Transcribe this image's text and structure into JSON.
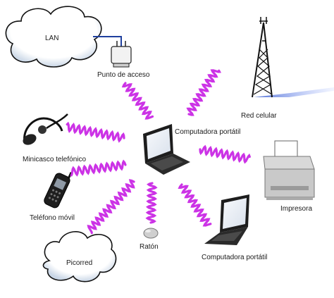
{
  "colors": {
    "wave": "#cc33e6",
    "cloud_fill": "#ffffff",
    "cloud_shadow": "#b8c6d8",
    "device_dark": "#222222",
    "screen": "#eef2f7",
    "link_line": "#1f3f9e"
  },
  "nodes": {
    "lan": {
      "label": "LAN",
      "icon": "cloud-icon"
    },
    "access_point": {
      "label": "Punto de acceso",
      "icon": "access-point-icon"
    },
    "cell_network": {
      "label": "Red celular",
      "icon": "cell-tower-icon"
    },
    "laptop_center": {
      "label": "Computadora portátil",
      "icon": "laptop-icon"
    },
    "printer": {
      "label": "Impresora",
      "icon": "printer-icon"
    },
    "laptop_bottom": {
      "label": "Computadora portátil",
      "icon": "laptop-icon"
    },
    "mouse": {
      "label": "Ratón",
      "icon": "mouse-icon"
    },
    "piconet": {
      "label": "Picorred",
      "icon": "cloud-icon"
    },
    "mobile_phone": {
      "label": "Teléfono móvil",
      "icon": "mobile-phone-icon"
    },
    "headset": {
      "label": "Minicasco telefónico",
      "icon": "headset-icon"
    }
  }
}
